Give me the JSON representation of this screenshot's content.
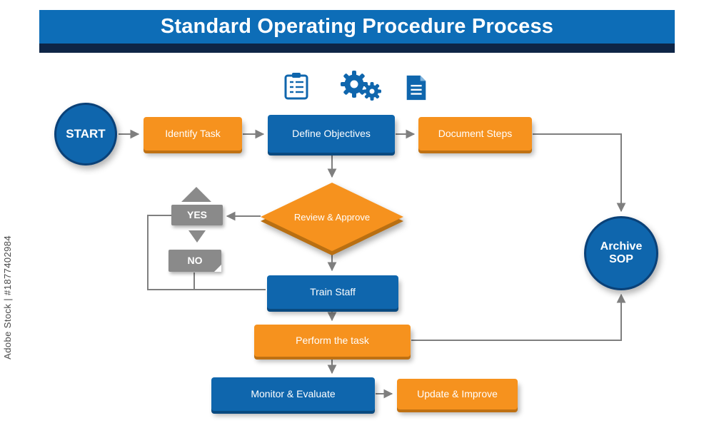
{
  "watermark": "Adobe Stock | #1877402984",
  "banner": {
    "title": "Standard Operating Procedure Process"
  },
  "icons": [
    "clipboard-icon",
    "gears-icon",
    "document-icon"
  ],
  "flow": {
    "start": "START",
    "identify_task": "Identify Task",
    "define_objectives": "Define Objectives",
    "document_steps": "Document Steps",
    "review_approve": "Review & Approve",
    "yes": "YES",
    "no": "NO",
    "train_staff": "Train Staff",
    "perform_task": "Perform the task",
    "monitor_evaluate": "Monitor & Evaluate",
    "update_improve": "Update & Improve",
    "archive_sop": "Archive SOP"
  },
  "colors": {
    "banner_blue": "#0d6db7",
    "banner_navy": "#0e2546",
    "node_blue": "#0f66ad",
    "node_blue_dark": "#0a4a80",
    "node_orange": "#f6921e",
    "node_orange_dark": "#b96f12",
    "node_gray": "#8a8a8a",
    "arrow_gray": "#7f7f7f"
  }
}
